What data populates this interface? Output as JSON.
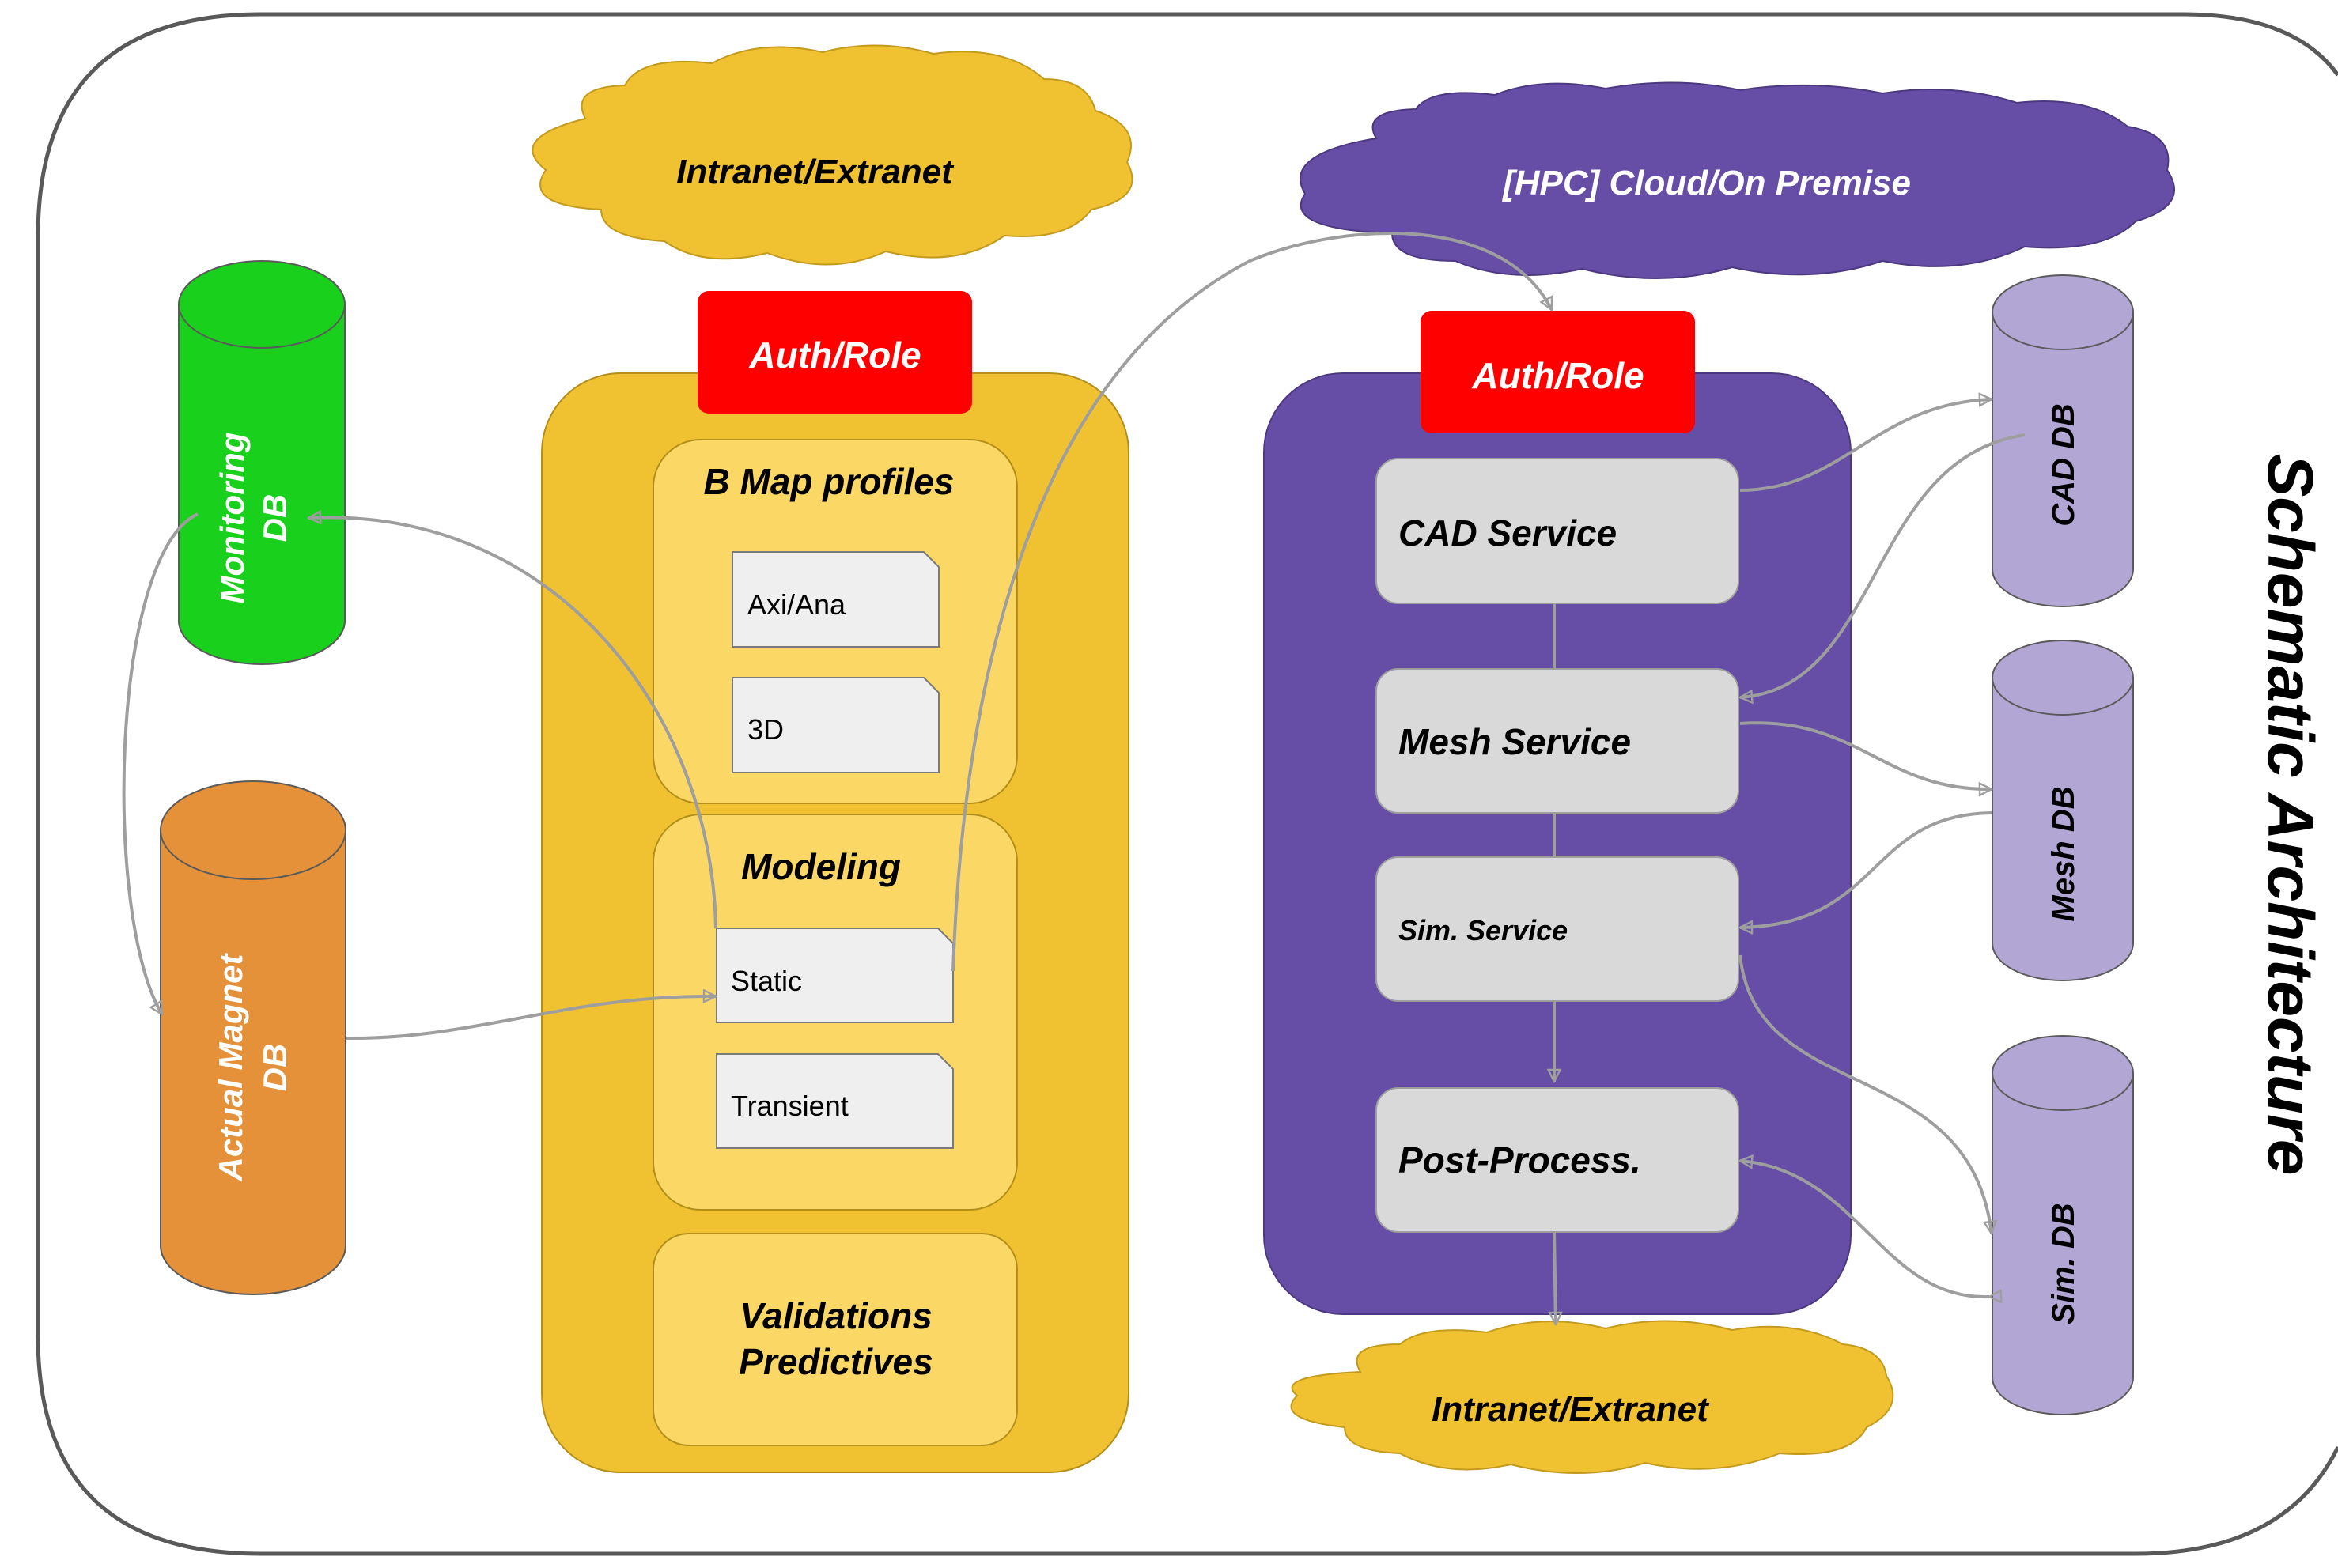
{
  "title": "Schematic Architecture",
  "colors": {
    "yellow": "#f0c232",
    "light_yellow": "#fbd866",
    "purple": "#664ea6",
    "lavender": "#b2a7d4",
    "red": "#ff0000",
    "green": "#19d11c",
    "orange": "#e4913a",
    "gray_box": "#d9d9d9",
    "doc": "#efefef",
    "arrow": "#9e9e9e"
  },
  "clouds": {
    "top_left": "Intranet/Extranet",
    "top_right": "[HPC] Cloud/On Premise",
    "bottom": "Intranet/Extranet"
  },
  "databases": {
    "monitoring": [
      "Monitoring",
      "DB"
    ],
    "magnet": [
      "Actual Magnet",
      "DB"
    ],
    "cad": "CAD DB",
    "mesh": "Mesh DB",
    "sim": "Sim. DB"
  },
  "left_app": {
    "auth": "Auth/Role",
    "bmap": {
      "title": "B Map profiles",
      "items": [
        "Axi/Ana",
        "3D"
      ]
    },
    "modeling": {
      "title": "Modeling",
      "items": [
        "Static",
        "Transient"
      ]
    },
    "validations": [
      "Validations",
      "Predictives"
    ]
  },
  "right_app": {
    "auth": "Auth/Role",
    "services": {
      "cad": "CAD Service",
      "mesh": "Mesh Service",
      "sim": "Sim. Service",
      "post": "Post-Process."
    }
  }
}
